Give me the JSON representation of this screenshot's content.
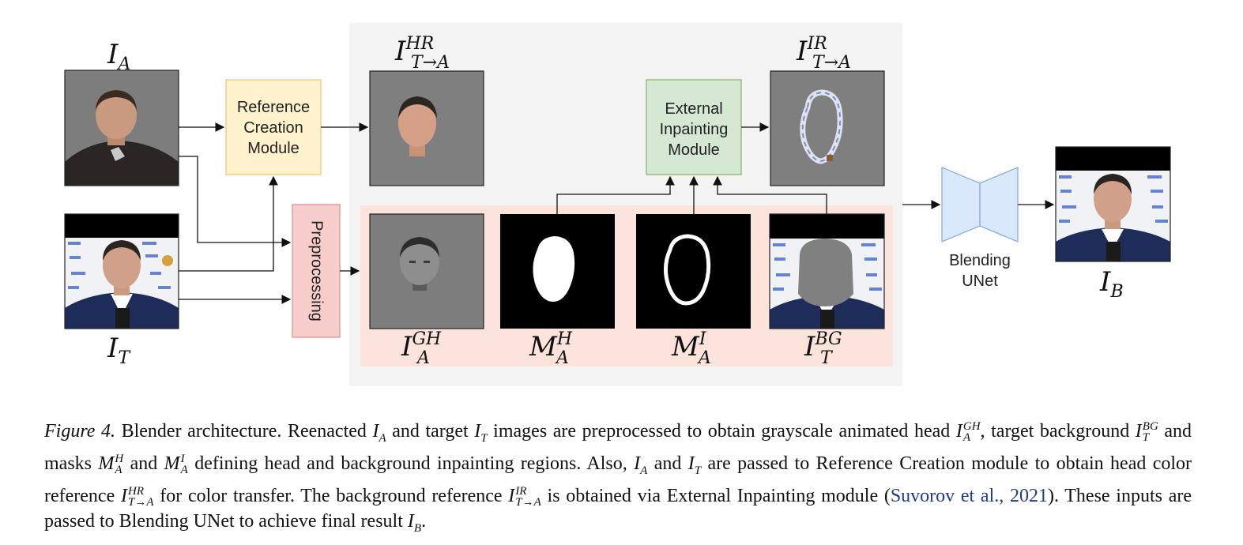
{
  "diagram": {
    "labels": {
      "ia": {
        "base": "I",
        "sub": "A"
      },
      "it": {
        "base": "I",
        "sub": "T"
      },
      "ihr": {
        "base": "I",
        "sup": "HR",
        "sub": "T→A"
      },
      "iir": {
        "base": "I",
        "sup": "IR",
        "sub": "T→A"
      },
      "igh": {
        "base": "I",
        "sup": "GH",
        "sub": "A"
      },
      "mh": {
        "base": "M",
        "sup": "H",
        "sub": "A"
      },
      "mi": {
        "base": "M",
        "sup": "I",
        "sub": "A"
      },
      "ibg": {
        "base": "I",
        "sup": "BG",
        "sub": "T"
      },
      "ib": {
        "base": "I",
        "sub": "B"
      }
    },
    "modules": {
      "reference_creation": [
        "Reference",
        "Creation",
        "Module"
      ],
      "preprocessing": "Preprocessing",
      "external_inpainting": [
        "External",
        "Inpainting",
        "Module"
      ],
      "blending_unet": [
        "Blending",
        "UNet"
      ]
    },
    "colors": {
      "reference_fill": "#fff2cc",
      "reference_stroke": "#e6c86e",
      "preprocessing_fill": "#f8cecc",
      "preprocessing_stroke": "#d98b88",
      "inpainting_fill": "#d5e8d4",
      "inpainting_stroke": "#82b366",
      "unet_fill": "#dae8fc",
      "unet_stroke": "#7ea6e0",
      "panel_gray": "#f3f3f3",
      "panel_peach": "#fce4dc"
    }
  },
  "caption": {
    "figure_label": "Figure 4.",
    "s1": "Blender architecture. Reenacted",
    "s2": "and target",
    "s3": "images are preprocessed to obtain grayscale animated head",
    "s4": ", target background",
    "s5": "and masks",
    "s6": "and",
    "s7": "defining head and background inpainting regions. Also,",
    "s8": "and",
    "s9": "are passed to Reference Creation module to obtain head color reference",
    "s10": "for color transfer. The background reference",
    "s11": "is obtained via External Inpainting module (",
    "cite": "Suvorov et al., 2021",
    "s12": "). These inputs are passed to Blending UNet to achieve final result",
    "s13": ".",
    "math": {
      "ia": "I",
      "ia_sub": "A",
      "it": "I",
      "it_sub": "T",
      "igh": "I",
      "igh_sup": "GH",
      "igh_sub": "A",
      "ibg": "I",
      "ibg_sup": "BG",
      "ibg_sub": "T",
      "mh": "M",
      "mh_sup": "H",
      "mh_sub": "A",
      "mi": "M",
      "mi_sup": "I",
      "mi_sub": "A",
      "ihr": "I",
      "ihr_sup": "HR",
      "ihr_sub": "T→A",
      "iir": "I",
      "iir_sup": "IR",
      "iir_sub": "T→A",
      "ib": "I",
      "ib_sub": "B"
    }
  }
}
